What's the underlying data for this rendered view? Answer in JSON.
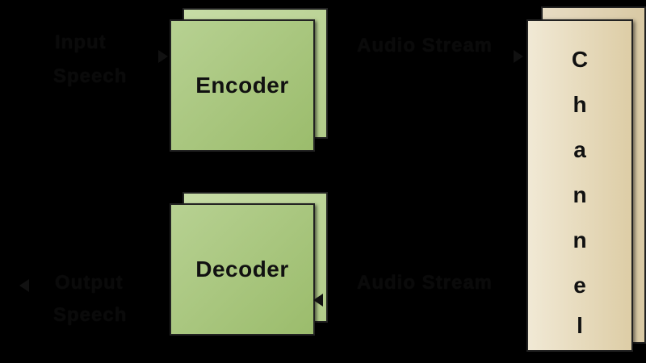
{
  "encoder": {
    "label": "Encoder"
  },
  "decoder": {
    "label": "Decoder"
  },
  "channel": {
    "letters": [
      "C",
      "h",
      "a",
      "n",
      "n",
      "e",
      "l"
    ]
  },
  "labels": {
    "input_line1": "Input",
    "input_line2": "Speech",
    "output_line1": "Output",
    "output_line2": "Speech",
    "audio_top": "Audio Stream",
    "audio_bottom": "Audio Stream"
  },
  "colors": {
    "background": "#000000",
    "codec_box": "#a9c67e",
    "channel_box": "#e9dfc7"
  }
}
